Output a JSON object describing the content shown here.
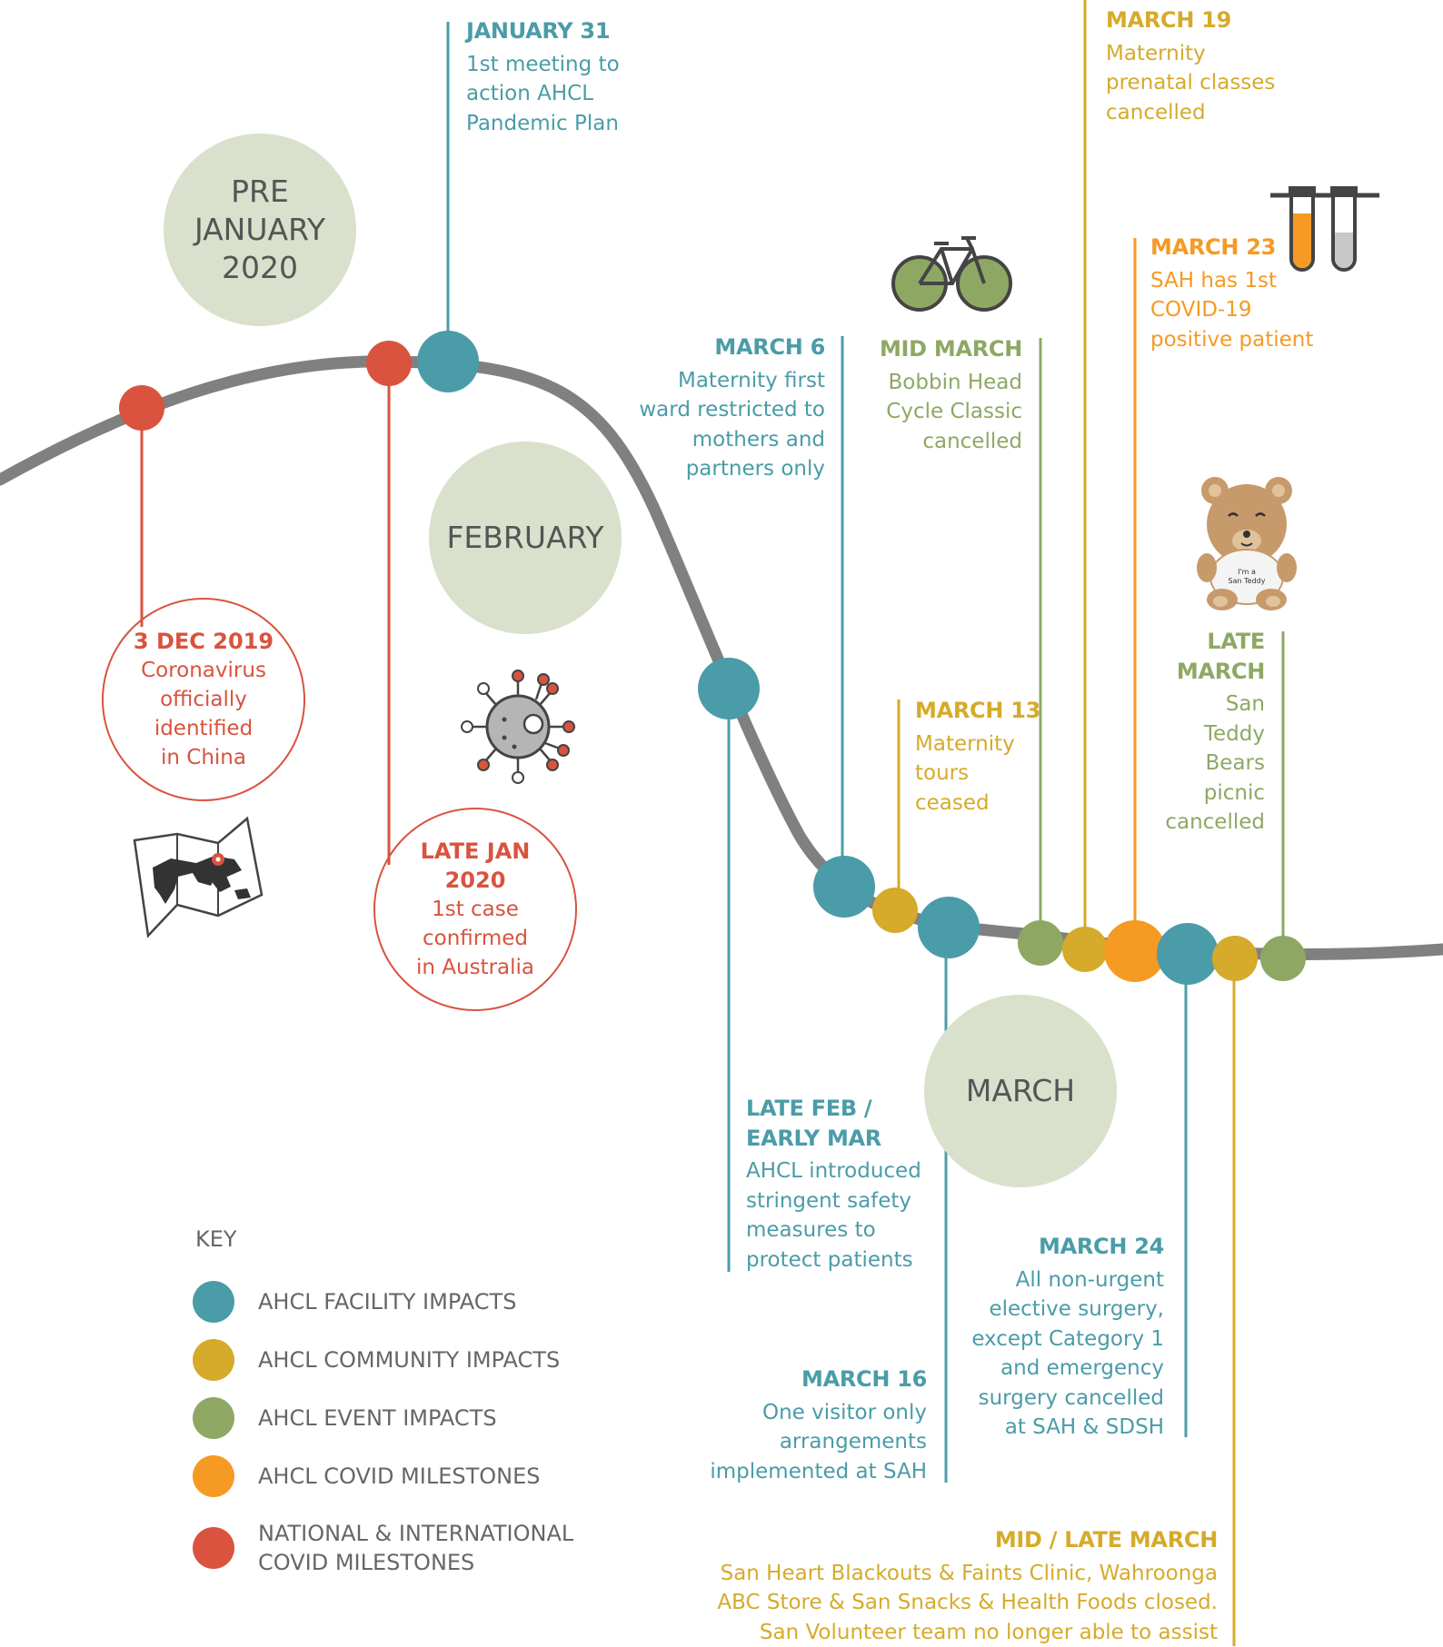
{
  "colors": {
    "teal": "#4a9ca8",
    "gold": "#d6aa2a",
    "green": "#8ea864",
    "orange": "#f59a23",
    "red": "#d9533e",
    "month_fill": "#d9e1cc",
    "curve": "#808080"
  },
  "months": {
    "pre_january": "PRE\nJANUARY\n2020",
    "february": "FEBRUARY",
    "march": "MARCH"
  },
  "events": {
    "dec_2019": {
      "title": "3 DEC 2019",
      "text": "Coronavirus\nofficially\nidentified\nin China"
    },
    "late_jan": {
      "title": "LATE JAN\n2020",
      "text": "1st case\nconfirmed\nin Australia"
    },
    "jan_31": {
      "title": "JANUARY 31",
      "text": "1st meeting to\naction AHCL\nPandemic Plan"
    },
    "late_feb": {
      "title": "LATE FEB /\nEARLY MAR",
      "text": "AHCL introduced\nstringent safety\nmeasures to\nprotect patients"
    },
    "march_6": {
      "title": "MARCH 6",
      "text": "Maternity first\nward restricted to\nmothers and\npartners only"
    },
    "march_13": {
      "title": "MARCH 13",
      "text": "Maternity\ntours\nceased"
    },
    "march_16": {
      "title": "MARCH 16",
      "text": "One visitor only\narrangements\nimplemented at SAH"
    },
    "mid_march": {
      "title": "MID MARCH",
      "text": "Bobbin Head\nCycle Classic\ncancelled"
    },
    "march_19": {
      "title": "MARCH 19",
      "text": "Maternity\nprenatal classes\ncancelled"
    },
    "march_23": {
      "title": "MARCH 23",
      "text": "SAH has 1st\nCOVID-19\npositive patient"
    },
    "march_24": {
      "title": "MARCH 24",
      "text": "All non-urgent\nelective surgery,\nexcept Category 1\nand emergency\nsurgery cancelled\nat SAH & SDSH"
    },
    "late_march": {
      "title": "LATE\nMARCH",
      "text": "San\nTeddy\nBears\npicnic\ncancelled"
    },
    "mid_late_march": {
      "title": "MID / LATE MARCH",
      "text": "San Heart Blackouts & Faints Clinic, Wahroonga\nABC Store & San Snacks & Health Foods closed.\nSan Volunteer team no longer able to assist"
    }
  },
  "key": {
    "title": "KEY",
    "items": [
      {
        "label": "AHCL FACILITY IMPACTS",
        "color": "#4a9ca8"
      },
      {
        "label": "AHCL COMMUNITY IMPACTS",
        "color": "#d6aa2a"
      },
      {
        "label": "AHCL EVENT IMPACTS",
        "color": "#8ea864"
      },
      {
        "label": "AHCL COVID MILESTONES",
        "color": "#f59a23"
      },
      {
        "label": "NATIONAL & INTERNATIONAL\nCOVID MILESTONES",
        "color": "#d9533e"
      }
    ]
  },
  "icons": [
    "world-map-icon",
    "virus-icon",
    "bicycle-icon",
    "test-tubes-icon",
    "teddy-bear-icon"
  ]
}
